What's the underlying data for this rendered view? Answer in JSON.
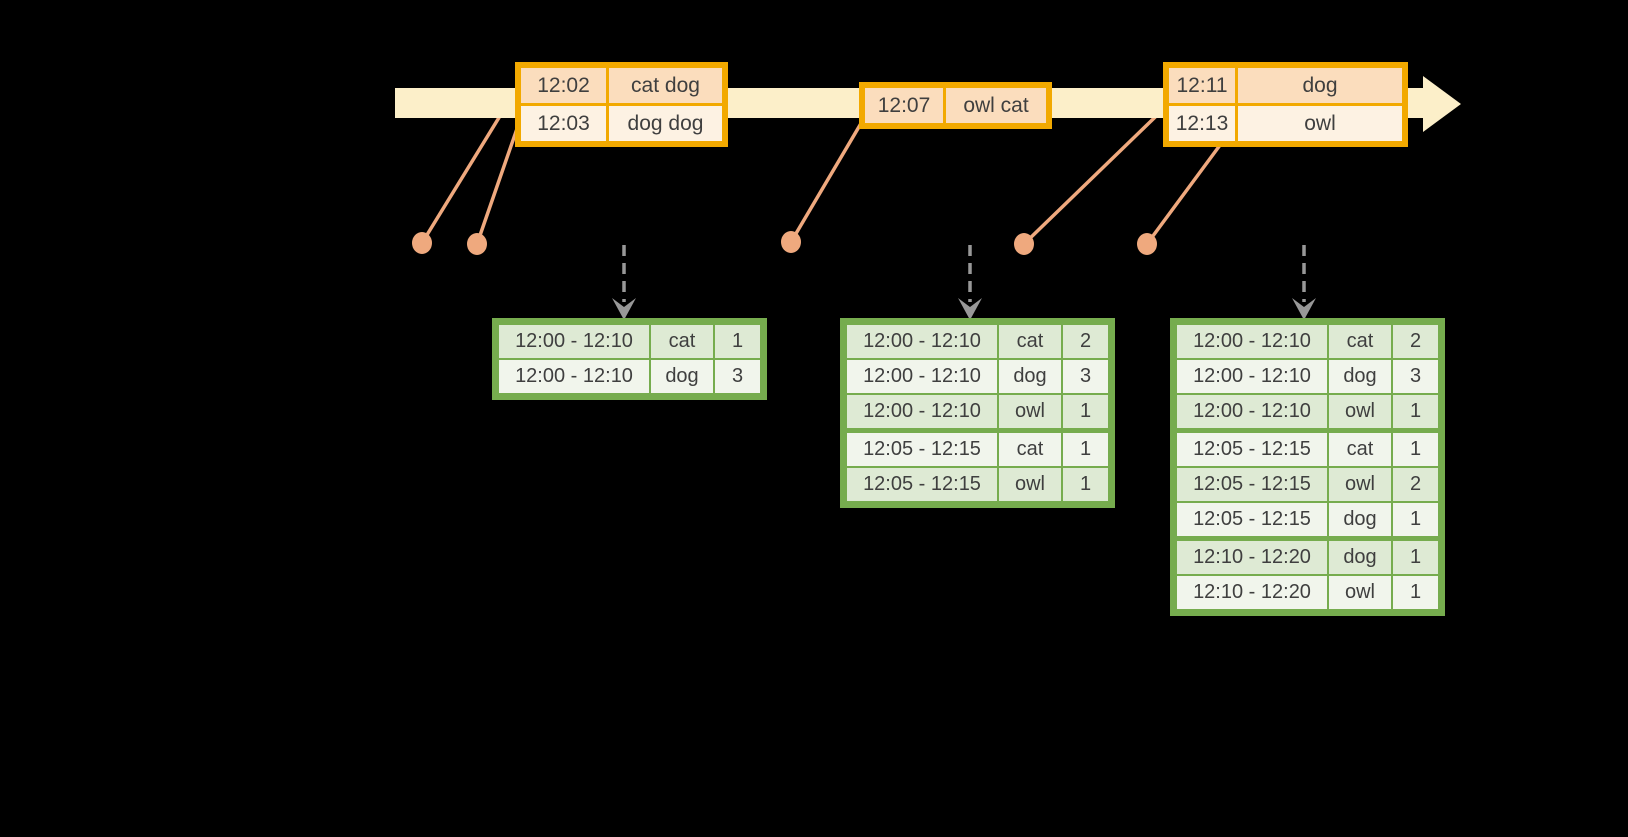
{
  "palette": {
    "background": "#000000",
    "timeline_fill": "#FCEFC9",
    "event_border": "#F2A900",
    "event_row_dark": "#FBDDBD",
    "event_row_light": "#FDF2E3",
    "marker_color": "#EFA97E",
    "result_border": "#76AC4E",
    "result_row_dark": "#DEEAD4",
    "result_row_light": "#F1F5EC",
    "trigger_arrow_color": "#989898",
    "text_color": "#3F3F3F"
  },
  "event_tables": [
    {
      "rows": [
        {
          "time": "12:02",
          "words": "cat dog"
        },
        {
          "time": "12:03",
          "words": "dog dog"
        }
      ]
    },
    {
      "rows": [
        {
          "time": "12:07",
          "words": "owl cat"
        }
      ]
    },
    {
      "rows": [
        {
          "time": "12:11",
          "words": "dog"
        },
        {
          "time": "12:13",
          "words": "owl"
        }
      ]
    }
  ],
  "event_markers": [
    {
      "event_time": "12:02"
    },
    {
      "event_time": "12:03"
    },
    {
      "event_time": "12:07"
    },
    {
      "event_time": "12:11"
    },
    {
      "event_time": "12:13"
    }
  ],
  "result_tables": [
    {
      "rows": [
        {
          "window": "12:00 - 12:10",
          "word": "cat",
          "count": "1"
        },
        {
          "window": "12:00 - 12:10",
          "word": "dog",
          "count": "3"
        }
      ],
      "group_starts": []
    },
    {
      "rows": [
        {
          "window": "12:00 - 12:10",
          "word": "cat",
          "count": "2"
        },
        {
          "window": "12:00 - 12:10",
          "word": "dog",
          "count": "3"
        },
        {
          "window": "12:00 - 12:10",
          "word": "owl",
          "count": "1"
        },
        {
          "window": "12:05 - 12:15",
          "word": "cat",
          "count": "1"
        },
        {
          "window": "12:05 - 12:15",
          "word": "owl",
          "count": "1"
        }
      ],
      "group_starts": [
        3
      ]
    },
    {
      "rows": [
        {
          "window": "12:00 - 12:10",
          "word": "cat",
          "count": "2"
        },
        {
          "window": "12:00 - 12:10",
          "word": "dog",
          "count": "3"
        },
        {
          "window": "12:00 - 12:10",
          "word": "owl",
          "count": "1"
        },
        {
          "window": "12:05 - 12:15",
          "word": "cat",
          "count": "1"
        },
        {
          "window": "12:05 - 12:15",
          "word": "owl",
          "count": "2"
        },
        {
          "window": "12:05 - 12:15",
          "word": "dog",
          "count": "1"
        },
        {
          "window": "12:10 - 12:20",
          "word": "dog",
          "count": "1"
        },
        {
          "window": "12:10 - 12:20",
          "word": "owl",
          "count": "1"
        }
      ],
      "group_starts": [
        3,
        6
      ]
    }
  ]
}
